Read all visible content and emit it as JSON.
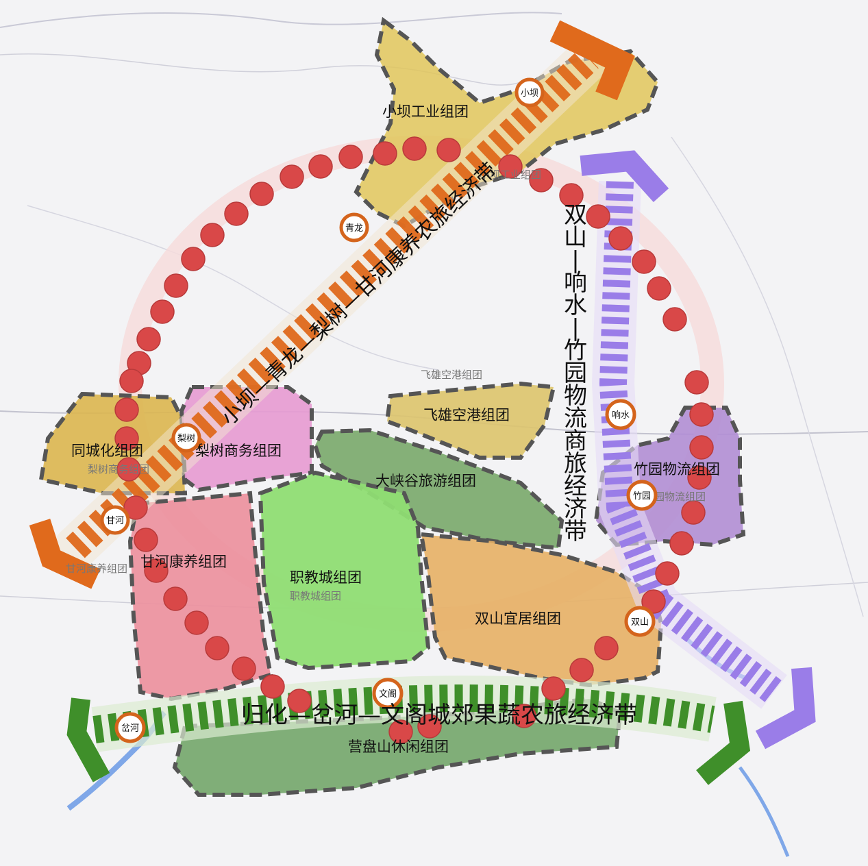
{
  "zones": [
    {
      "label": "小坝工业组团",
      "color": "#e0c55a"
    },
    {
      "label": "同城化组团",
      "color": "#dcb64f"
    },
    {
      "label": "梨树商务组团",
      "color": "#e79ad2"
    },
    {
      "label": "飞雄空港组团",
      "color": "#ddc46c"
    },
    {
      "label": "大峡谷旅游组团",
      "color": "#79a86a"
    },
    {
      "label": "竹园物流组团",
      "color": "#b18ed4"
    },
    {
      "label": "职教城组团",
      "color": "#8fdd73"
    },
    {
      "label": "甘河康养组团",
      "color": "#ec8f9c"
    },
    {
      "label": "双山宜居组团",
      "color": "#e7b065"
    },
    {
      "label": "营盘山休闲组团",
      "color": "#73a66a"
    }
  ],
  "ghost_labels": [
    "飞雄空港组团",
    "梨树商务组团",
    "甘河康养组团",
    "职教城组团",
    "竹园物流组团",
    "小坝工业组团"
  ],
  "nodes": [
    "小坝",
    "青龙",
    "梨树",
    "甘河",
    "响水",
    "竹园",
    "双山",
    "文阁",
    "岔河"
  ],
  "belts": {
    "orange": "小坝—青龙—梨树—甘河康养农旅经济带",
    "purple": "双山—响水—竹园物流商旅经济带",
    "green": "归化—岔河—文阁城郊果蔬农旅经济带"
  },
  "colors": {
    "orange_belt": "#e06a1c",
    "purple_belt": "#9a7de8",
    "green_belt": "#3f8f2a",
    "ring_dot": "#d94848",
    "ring_band": "#f6dcdc"
  }
}
